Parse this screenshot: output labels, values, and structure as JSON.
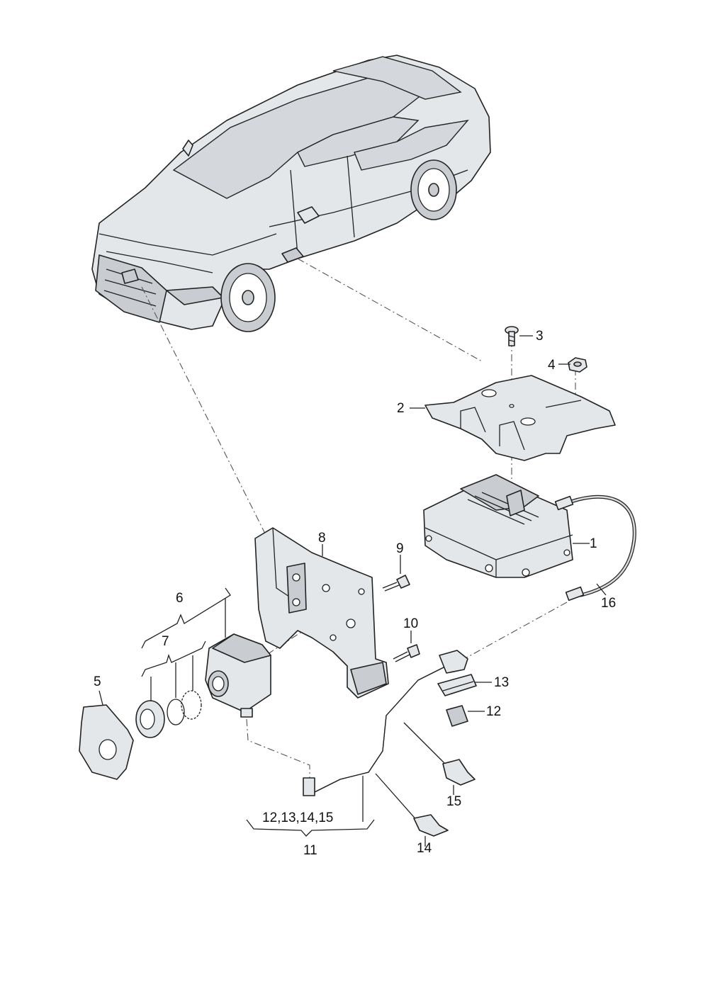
{
  "callouts": {
    "c1": "1",
    "c2": "2",
    "c3": "3",
    "c4": "4",
    "c5": "5",
    "c6": "6",
    "c7": "7",
    "c8": "8",
    "c9": "9",
    "c10": "10",
    "c11": "11",
    "c12": "12",
    "c13": "13",
    "c14": "14",
    "c15": "15",
    "c16": "16",
    "c_group": "12,13,14,15"
  },
  "colors": {
    "line": "#222222",
    "part_fill": "#e4e7ea",
    "background": "#ffffff"
  }
}
